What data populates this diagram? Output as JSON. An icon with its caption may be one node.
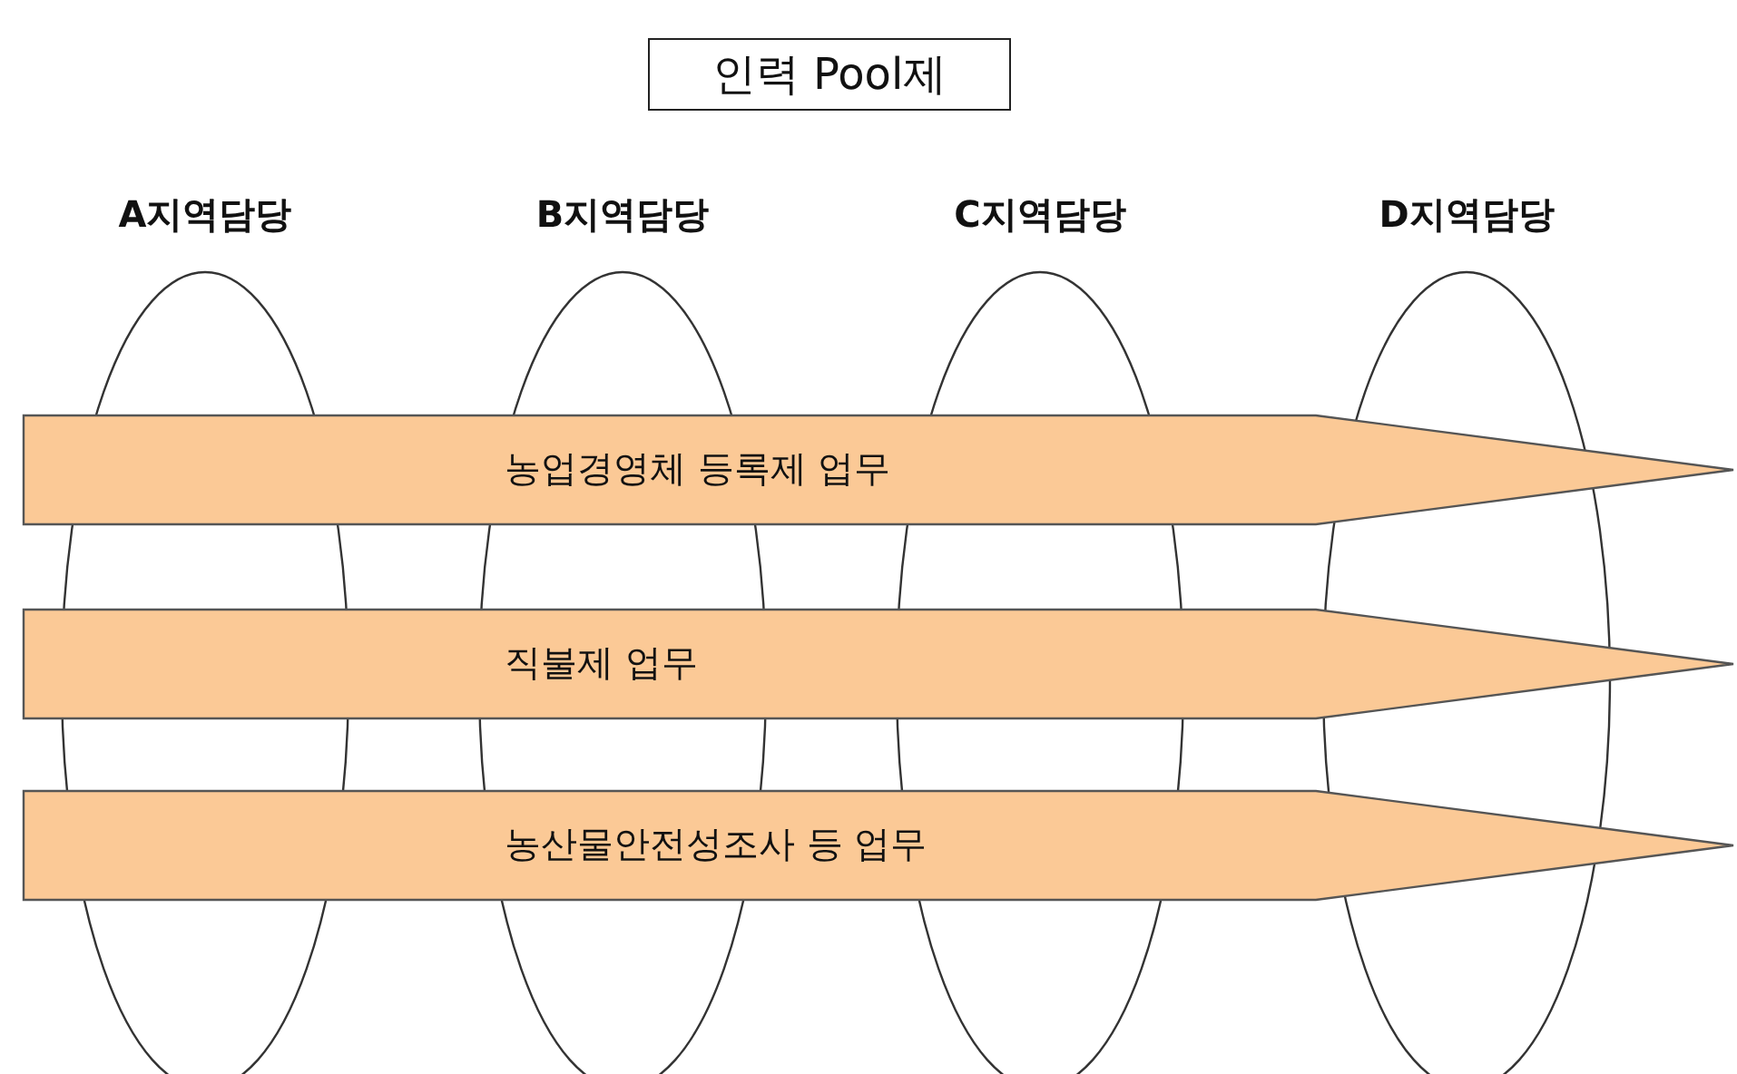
{
  "diagram": {
    "nodes": [
      {
        "text": [
          "인력 Pool제"
        ]
      },
      {
        "text": [
          "A지역담당"
        ]
      },
      {
        "text": [
          "B지역담당"
        ]
      },
      {
        "text": [
          "C지역담당"
        ]
      },
      {
        "text": [
          "D지역담당"
        ]
      },
      {
        "text": [
          "농업경영체 등록제 업무"
        ]
      },
      {
        "text": [
          "직불제 업무"
        ]
      },
      {
        "text": [
          "농산물안전성조사 등 업무"
        ]
      }
    ],
    "edges": []
  }
}
